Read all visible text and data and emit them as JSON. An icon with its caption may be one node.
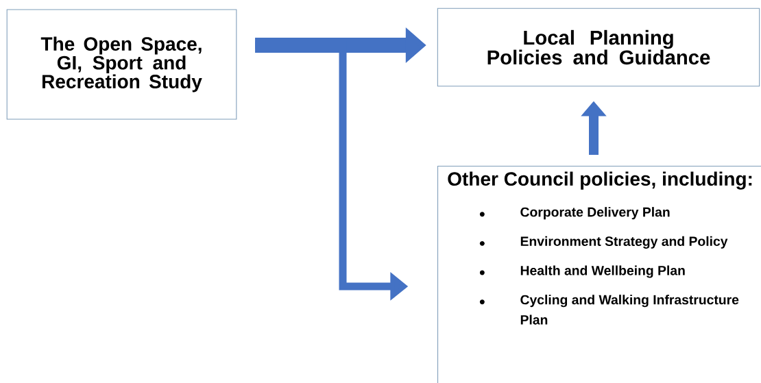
{
  "diagram": {
    "nodes": [
      {
        "text": [
          "The Open Space, GI, Sport and Recreation Study"
        ]
      },
      {
        "text": [
          "Local Planning Policies and Guidance"
        ]
      },
      {
        "text": [
          "Other Council policies, including:",
          "Corporate Delivery Plan",
          "Environment Strategy and Policy",
          "Health and Wellbeing Plan",
          "Cycling and Walking Infrastructure Plan"
        ]
      }
    ],
    "edges": [
      {
        "from": 0,
        "to": 1,
        "arrow": "to"
      },
      {
        "from": 0,
        "to": 2,
        "arrow": "to"
      },
      {
        "from": 2,
        "to": 1,
        "arrow": "to"
      }
    ]
  }
}
